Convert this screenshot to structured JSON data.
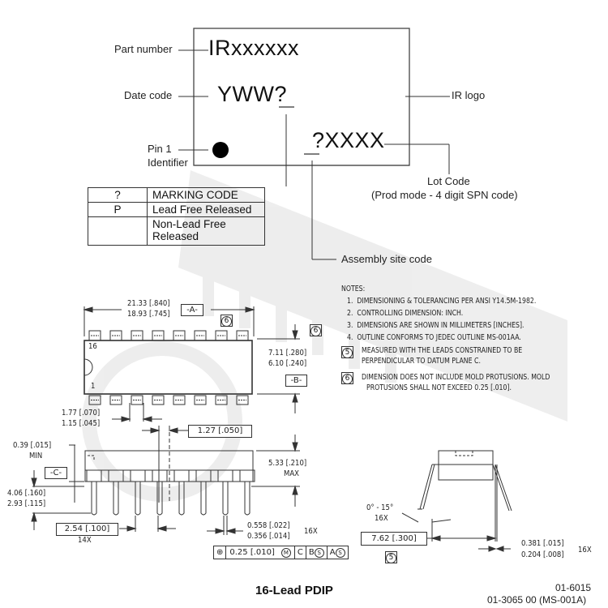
{
  "marking": {
    "part_number_label": "Part number",
    "part_number_value": "IRxxxxxx",
    "date_code_label": "Date code",
    "date_code_value": "YWW?",
    "pin1_label_line1": "Pin 1",
    "pin1_label_line2": "Identifier",
    "lot_value": "?XXXX",
    "ir_logo_label": "IR logo",
    "lot_code_label": "Lot Code",
    "lot_code_sub": "(Prod mode - 4 digit SPN code)",
    "assembly_label": "Assembly site code"
  },
  "marking_table": {
    "rows": [
      {
        "code": "?",
        "desc": "MARKING CODE"
      },
      {
        "code": "P",
        "desc": "Lead Free Released"
      },
      {
        "code": "",
        "desc": "Non-Lead Free Released"
      }
    ]
  },
  "notes": {
    "heading": "NOTES:",
    "items": [
      {
        "num": "1.",
        "text": "DIMENSIONING & TOLERANCING PER ANSI Y14.5M-1982."
      },
      {
        "num": "2.",
        "text": "CONTROLLING DIMENSION: INCH."
      },
      {
        "num": "3.",
        "text": "DIMENSIONS ARE SHOWN IN MILLIMETERS [INCHES]."
      },
      {
        "num": "4.",
        "text": "OUTLINE CONFORMS TO JEDEC OUTLINE MS-001AA."
      },
      {
        "num": "5",
        "text": "MEASURED WITH THE LEADS CONSTRAINED TO BE",
        "text2": "PERPENDICULAR TO DATUM PLANE C."
      },
      {
        "num": "6",
        "text": "DIMENSION DOES NOT INCLUDE MOLD PROTUSIONS. MOLD",
        "text2": "PROTUSIONS SHALL NOT EXCEED 0.25 [.010]."
      }
    ]
  },
  "top_view": {
    "length_max": "21.33 [.840]",
    "length_min": "18.93 [.745]",
    "datum_a": "-A-",
    "note_ref": "6",
    "width_max": "7.11 [.280]",
    "width_min": "6.10 [.240]",
    "datum_b": "-B-",
    "pin16": "16",
    "pin1": "1"
  },
  "side_view": {
    "lead_width_max": "1.77 [.070]",
    "lead_width_min": "1.15 [.045]",
    "half_pitch": "1.27 [.050]",
    "standoff": "0.39 [.015]",
    "standoff_sub": "MIN",
    "datum_c": "-C-",
    "height": "5.33 [.210]",
    "height_sub": "MAX",
    "lead_len_max": "4.06 [.160]",
    "lead_len_min": "2.93 [.115]",
    "pitch": "2.54 [.100]",
    "pitch_count": "14X",
    "lead_thk_max": "0.558 [.022]",
    "lead_thk_min": "0.356 [.014]",
    "lead_thk_count": "16X",
    "tolerance_value": "0.25 [.010]",
    "tol_m": "M",
    "tol_c": "C",
    "tol_b": "B",
    "tol_a": "A",
    "tol_s": "S"
  },
  "end_view": {
    "angle": "0° - 15°",
    "angle_count": "16X",
    "row_spacing": "7.62 [.300]",
    "note_ref": "5",
    "lead_thk_max": "0.381 [.015]",
    "lead_thk_min": "0.204 [.008]",
    "lead_thk_count": "16X"
  },
  "footer": {
    "title": "16-Lead PDIP",
    "ref1": "01-6015",
    "ref2": "01-3065 00   (MS-001A)"
  }
}
